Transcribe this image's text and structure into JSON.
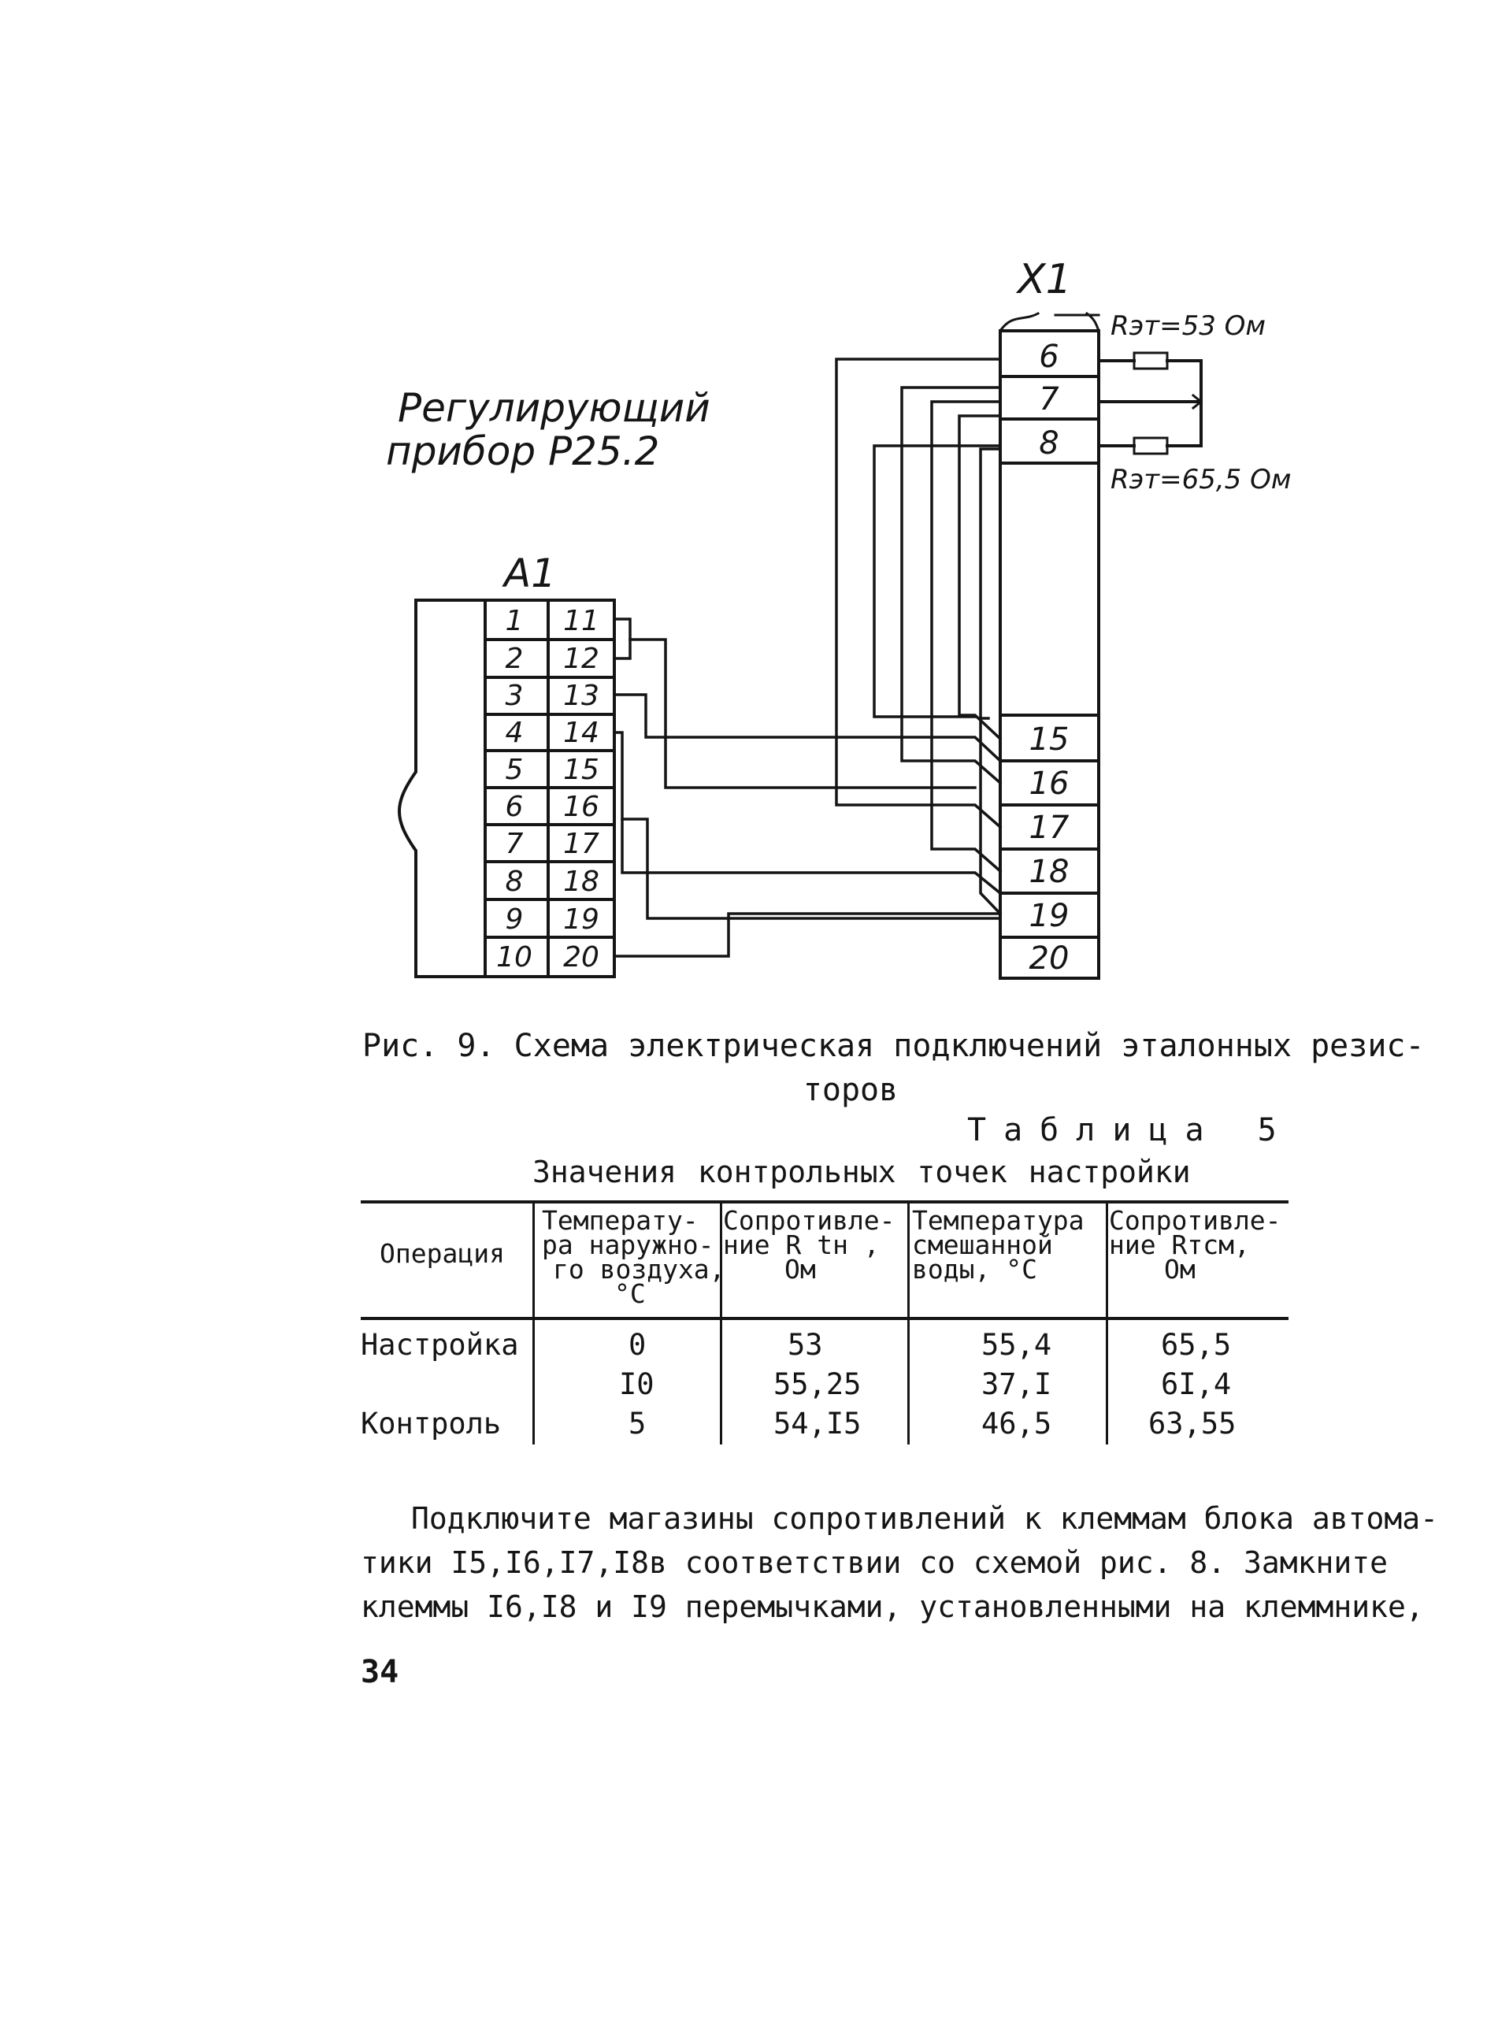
{
  "diagram": {
    "device_label_line1": "Регулирующий",
    "device_label_line2": "прибор  Р25.2",
    "block_a1_label": "А1",
    "block_x1_label": "Х1",
    "a1_left_terminals": [
      "1",
      "2",
      "3",
      "4",
      "5",
      "6",
      "7",
      "8",
      "9",
      "10"
    ],
    "a1_right_terminals": [
      "11",
      "12",
      "13",
      "14",
      "15",
      "16",
      "17",
      "18",
      "19",
      "20"
    ],
    "x1_top_terminals": [
      "6",
      "7",
      "8"
    ],
    "x1_bottom_terminals": [
      "15",
      "16",
      "17",
      "18",
      "19",
      "20"
    ],
    "resistor_top_label": "Rэт=53 Ом",
    "resistor_bottom_label": "Rэт=65,5 Ом"
  },
  "caption": {
    "line1": "Рис. 9. Схема электрическая подключений эталонных резис-",
    "line2": "торов"
  },
  "table": {
    "title": "Таблица 5",
    "subtitle": "Значения контрольных   точек настройки",
    "headers": [
      [
        "Операция"
      ],
      [
        "Температу-",
        "ра наружно-",
        "го воздуха,",
        "°С"
      ],
      [
        "Сопротивле-",
        "ние  R tн ,",
        "Ом"
      ],
      [
        "Температура",
        "смешанной",
        "воды, °С"
      ],
      [
        "Сопротивле-",
        "ние Rтсм,",
        "Ом"
      ]
    ],
    "rows": [
      [
        "Настройка",
        "0",
        "53",
        "55,4",
        "65,5"
      ],
      [
        "",
        "I0",
        "55,25",
        "37,I",
        "6I,4"
      ],
      [
        "Контроль",
        "5",
        "54,I5",
        "46,5",
        "63,55"
      ]
    ]
  },
  "paragraph": {
    "line1": "Подключите магазины сопротивлений к клеммам блока автома-",
    "line2": "тики I5,I6,I7,I8в соответствии со схемой рис. 8. Замкните",
    "line3": "клеммы I6,I8 и I9 перемычками, установленными на клеммнике,"
  },
  "page_number": "34"
}
